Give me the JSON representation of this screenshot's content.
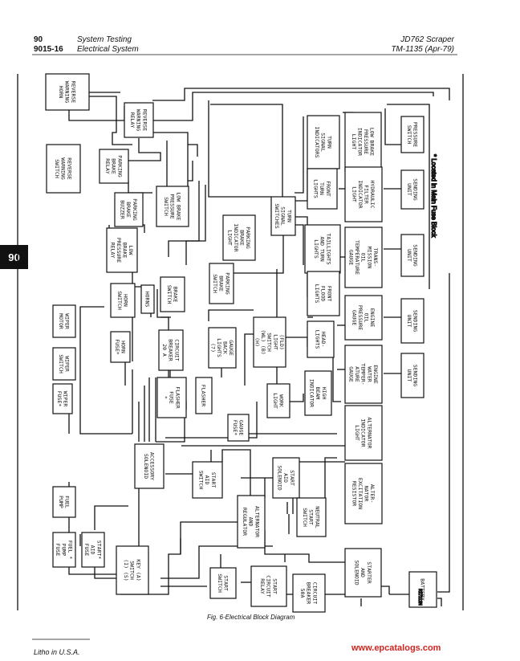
{
  "header": {
    "page_num": "90",
    "page_code": "9015-16",
    "section_1": "System Testing",
    "section_2": "Electrical System",
    "model": "JD762 Scraper",
    "manual": "TM-1135  (Apr-79)"
  },
  "side_tab": "90",
  "blocks": [
    {
      "id": "reverse-warning-horn",
      "lines": [
        "REVERSE",
        "WARNING",
        "HORN"
      ]
    },
    {
      "id": "reverse-warning-relay",
      "lines": [
        "REVERSE",
        "WARNING",
        "RELAY"
      ]
    },
    {
      "id": "reverse-warning-switch",
      "lines": [
        "REVERSE",
        "WARNING",
        "SWITCH"
      ]
    },
    {
      "id": "parking-brake-relay",
      "lines": [
        "PARKING",
        "BRAKE",
        "RELAY"
      ]
    },
    {
      "id": "parking-brake-buzzer",
      "lines": [
        "PARKING",
        "BRAKE",
        "BUZZER"
      ]
    },
    {
      "id": "low-brake-pressure-switch",
      "lines": [
        "LOW BRAKE",
        "PRESSURE",
        "SWITCH"
      ]
    },
    {
      "id": "low-brake-pressure-relay",
      "lines": [
        "LOW",
        "BRAKE",
        "PRESSURE",
        "RELAY"
      ]
    },
    {
      "id": "parking-brake-indicator-light",
      "lines": [
        "PARKING",
        "BRAKE",
        "INDICATOR",
        "LIGHT"
      ]
    },
    {
      "id": "turn-signal-switches",
      "lines": [
        "TURN",
        "SIGNAL",
        "SWITCHES"
      ]
    },
    {
      "id": "turn-signal-indicators",
      "lines": [
        "TURN",
        "SIGNAL",
        "INDICATORS"
      ]
    },
    {
      "id": "front-turn-lights",
      "lines": [
        "FRONT",
        "TURN",
        "LIGHTS"
      ]
    },
    {
      "id": "taillights-and-turn-lights",
      "lines": [
        "TAILLIGHTS",
        "AND TURN",
        "LIGHTS"
      ]
    },
    {
      "id": "front-flood-lights",
      "lines": [
        "FRONT",
        "FLOOD",
        "LIGHTS"
      ]
    },
    {
      "id": "low-brake-pressure-indicator-light",
      "lines": [
        "LOW BRAKE",
        "PRESSURE",
        "INDICATOR",
        "LIGHT"
      ]
    },
    {
      "id": "pressure-switch",
      "lines": [
        "PRESSURE",
        "SWITCH"
      ]
    },
    {
      "id": "hydraulic-filter-indicator-light",
      "lines": [
        "HYDRAULIC",
        "FILTER",
        "INDICATOR",
        "LIGHT"
      ]
    },
    {
      "id": "sending-unit-1",
      "lines": [
        "SENDING",
        "UNIT"
      ]
    },
    {
      "id": "transmission-oil-temperature-gauge",
      "lines": [
        "TRANS-",
        "MISSION",
        "OIL",
        "TEMPERATURE",
        "GAUGE"
      ]
    },
    {
      "id": "sending-unit-2",
      "lines": [
        "SENDING",
        "UNIT"
      ]
    },
    {
      "id": "engine-oil-pressure-gauge",
      "lines": [
        "ENGINE",
        "OIL",
        "PRESSURE",
        "GAUGE"
      ]
    },
    {
      "id": "sending-unit-3",
      "lines": [
        "SENDING",
        "UNIT"
      ]
    },
    {
      "id": "engine-water-temperature-gauge",
      "lines": [
        "ENGINE",
        "WATER",
        "TEMPER-",
        "ATURE",
        "GAUGE"
      ]
    },
    {
      "id": "sending-unit-4",
      "lines": [
        "SENDING",
        "UNIT"
      ]
    },
    {
      "id": "parking-brake-switch",
      "lines": [
        "PARKING",
        "BRAKE",
        "SWITCH"
      ]
    },
    {
      "id": "horn-switch",
      "lines": [
        "HORN",
        "SWITCH"
      ]
    },
    {
      "id": "horns",
      "lines": [
        "HORNS"
      ]
    },
    {
      "id": "brake-switch",
      "lines": [
        "BRAKE",
        "SWITCH"
      ]
    },
    {
      "id": "wiper-motor",
      "lines": [
        "WIPER",
        "MOTOR"
      ]
    },
    {
      "id": "horn-fuse",
      "lines": [
        "HORN",
        "FUSE*"
      ]
    },
    {
      "id": "wiper-switch",
      "lines": [
        "WIPER",
        "SWITCH"
      ]
    },
    {
      "id": "circuit-breaker-20a",
      "lines": [
        "CIRCUIT",
        "BREAKER",
        "20 A"
      ]
    },
    {
      "id": "gauge-back-lights",
      "lines": [
        "GAUGE",
        "BACK",
        "LIGHTS",
        "(7)"
      ]
    },
    {
      "id": "light-switch",
      "lines": [
        "(FLD)",
        "LIGHT",
        "SWITCH",
        "(WL) (B)",
        "(H)"
      ]
    },
    {
      "id": "headlights",
      "lines": [
        "HEAD-",
        "LIGHTS"
      ]
    },
    {
      "id": "wiper-fuse",
      "lines": [
        "WIPER",
        "FUSE*"
      ]
    },
    {
      "id": "flasher-fuse",
      "lines": [
        "FLASHER",
        "FUSE",
        "*"
      ]
    },
    {
      "id": "flasher",
      "lines": [
        "FLASHER"
      ]
    },
    {
      "id": "work-light",
      "lines": [
        "WORK",
        "LIGHT"
      ]
    },
    {
      "id": "high-beam-indicator",
      "lines": [
        "HIGH",
        "BEAM",
        "INDICATOR"
      ]
    },
    {
      "id": "gauge-fuse",
      "lines": [
        "GAUGE",
        "FUSE*"
      ]
    },
    {
      "id": "alternator-indicator-light",
      "lines": [
        "ALTERNATOR",
        "INDICATOR",
        "LIGHT"
      ]
    },
    {
      "id": "accessory-solenoid",
      "lines": [
        "ACCESSORY",
        "SOLENOID"
      ]
    },
    {
      "id": "start-aid-switch",
      "lines": [
        "START",
        "AID",
        "SWITCH"
      ]
    },
    {
      "id": "start-aid-solenoid",
      "lines": [
        "START",
        "AID",
        "SOLENOID"
      ]
    },
    {
      "id": "alternator-and-regulator",
      "lines": [
        "ALTERNATOR",
        "AND",
        "REGULATOR"
      ]
    },
    {
      "id": "neutral-start-switch",
      "lines": [
        "NEUTRAL",
        "START",
        "SWITCH"
      ]
    },
    {
      "id": "alternator-excitation-resistor",
      "lines": [
        "ALTER-",
        "NATOR",
        "EXCITATION",
        "RESISTOR"
      ]
    },
    {
      "id": "fuel-pump",
      "lines": [
        "FUEL",
        "PUMP"
      ]
    },
    {
      "id": "fuel-pump-fuse",
      "lines": [
        "FUEL *",
        "PUMP",
        "FUSE"
      ]
    },
    {
      "id": "start-aid-fuse",
      "lines": [
        "START*",
        "AID",
        "FUSE"
      ]
    },
    {
      "id": "key-switch",
      "lines": [
        "KEY (A)",
        "SWITCH",
        "(I) (S)"
      ]
    },
    {
      "id": "start-switch",
      "lines": [
        "START",
        "SWITCH"
      ]
    },
    {
      "id": "start-circuit-relay",
      "lines": [
        "START",
        "CIRCUIT",
        "RELAY"
      ]
    },
    {
      "id": "circuit-breaker-50a",
      "lines": [
        "CIRCUIT",
        "BREAKER",
        "50A"
      ]
    },
    {
      "id": "starter-and-solenoid",
      "lines": [
        "STARTER",
        "AND",
        "SOLENOID"
      ]
    },
    {
      "id": "battery",
      "lines": [
        "BATTERY"
      ]
    }
  ],
  "note": "* Located in Main Fuse Block",
  "small_code": "R27112N",
  "caption": "Fig. 6-Electrical Block Diagram",
  "footer_left": "Litho in U.S.A.",
  "footer_right": "www.epcatalogs.com"
}
